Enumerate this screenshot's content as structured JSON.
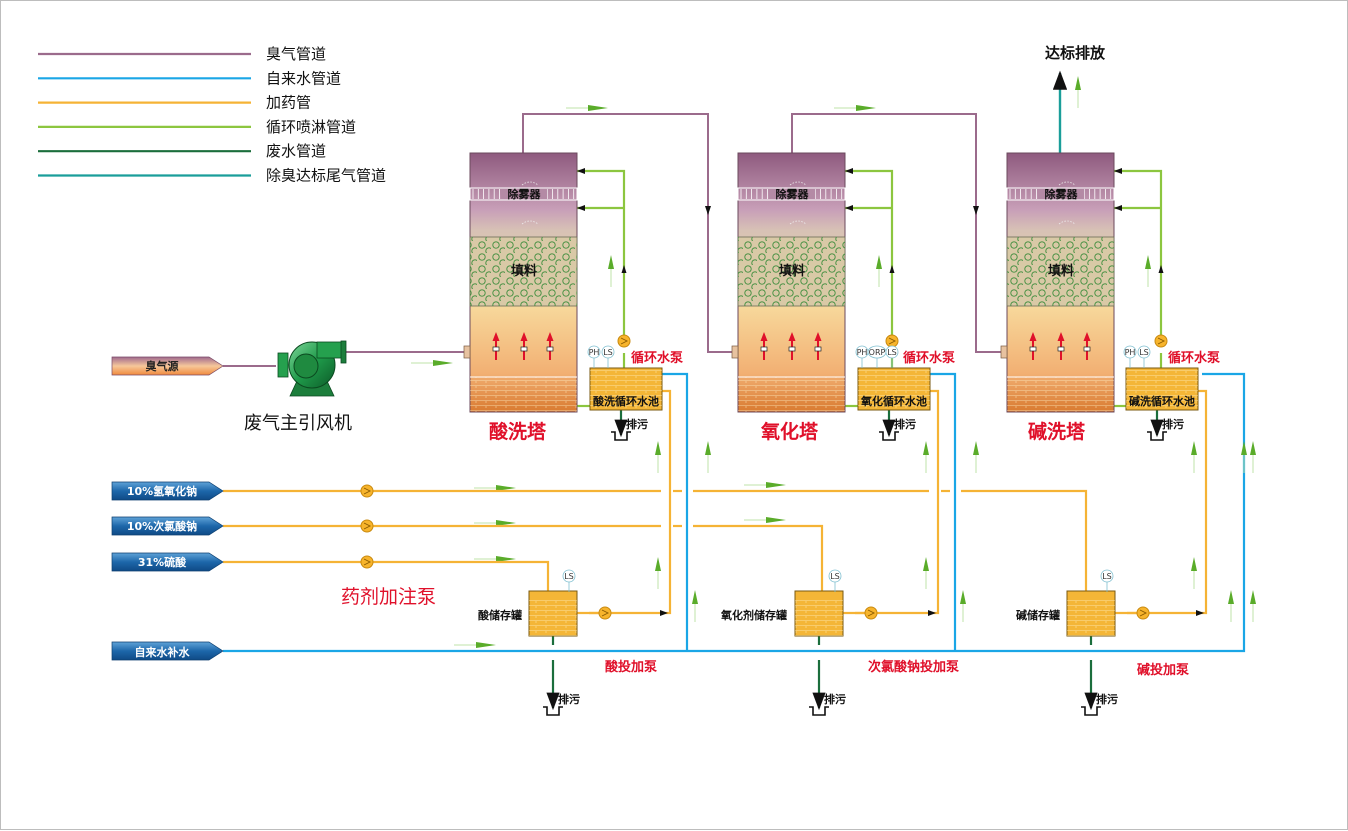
{
  "legend": [
    {
      "label": "臭气管道",
      "color": "#9b6b8c"
    },
    {
      "label": "自来水管道",
      "color": "#1aa6e6"
    },
    {
      "label": "加药管",
      "color": "#f5b335"
    },
    {
      "label": "循环喷淋管道",
      "color": "#8cc63f"
    },
    {
      "label": "废水管道",
      "color": "#1b6e3c"
    },
    {
      "label": "除臭达标尾气管道",
      "color": "#1a9e9a"
    }
  ],
  "colors": {
    "odor_pipe": "#9b6b8c",
    "tap_water": "#1aa6e6",
    "dosing": "#f5b335",
    "spray": "#8cc63f",
    "waste": "#1b6e3c",
    "exhaust": "#1a9e9a",
    "label_red": "#e0102a",
    "flow_arrow": "#5aac2a"
  },
  "exhaust_label": "达标排放",
  "odor_source": "臭气源",
  "fan_label": "废气主引风机",
  "towers": [
    {
      "name": "酸洗塔",
      "demister": "除雾器",
      "packing": "填料",
      "pool": "酸洗循环水池",
      "sensors": [
        "PH",
        "LS"
      ],
      "pump": "循环水泵",
      "drain": "排污"
    },
    {
      "name": "氧化塔",
      "demister": "除雾器",
      "packing": "填料",
      "pool": "氧化循环水池",
      "sensors": [
        "PH",
        "ORP",
        "LS"
      ],
      "pump": "循环水泵",
      "drain": "排污"
    },
    {
      "name": "碱洗塔",
      "demister": "除雾器",
      "packing": "填料",
      "pool": "碱洗循环水池",
      "sensors": [
        "PH",
        "LS"
      ],
      "pump": "循环水泵",
      "drain": "排污"
    }
  ],
  "chemicals": [
    {
      "label": "10%氢氧化钠"
    },
    {
      "label": "10%次氯酸钠"
    },
    {
      "label": "31%硫酸"
    }
  ],
  "tap_water_source": "自来水补水",
  "dosing_pump_label": "药剂加注泵",
  "storage_tanks": [
    {
      "name": "酸储存罐",
      "sensor": "LS",
      "pump": "酸投加泵",
      "drain": "排污"
    },
    {
      "name": "氧化剂储存罐",
      "sensor": "LS",
      "pump": "次氯酸钠投加泵",
      "drain": "排污"
    },
    {
      "name": "碱储存罐",
      "sensor": "LS",
      "pump": "碱投加泵",
      "drain": "排污"
    }
  ]
}
